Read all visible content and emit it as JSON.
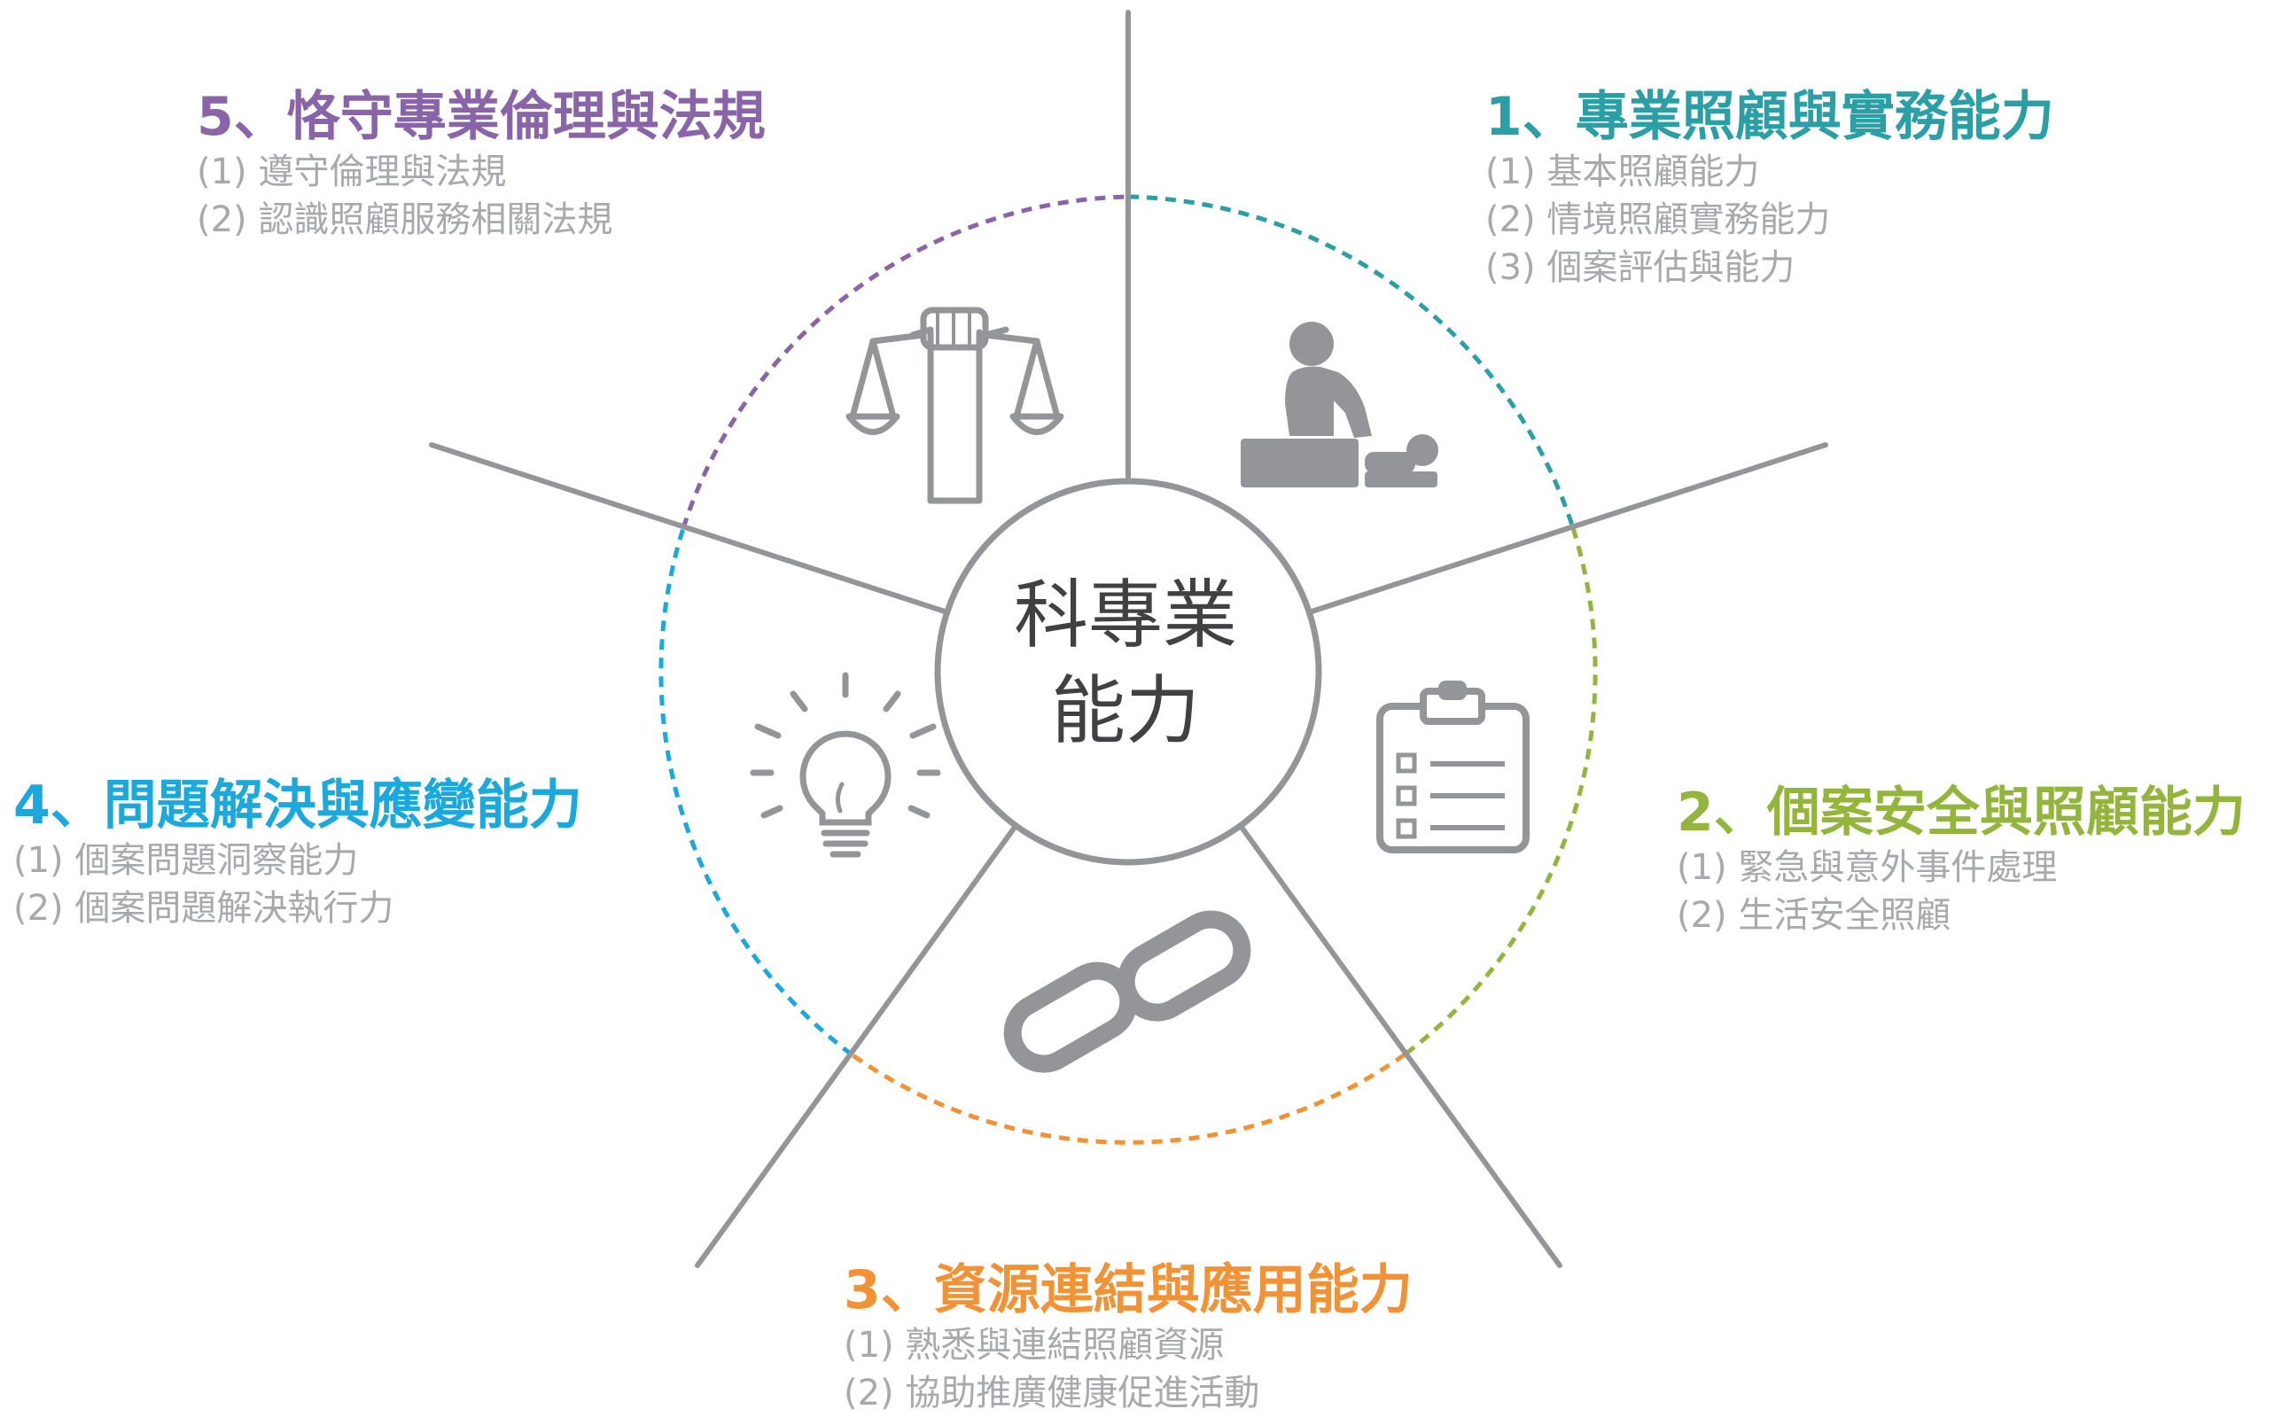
{
  "center": {
    "line1": "科專業",
    "line2": "能力"
  },
  "colors": {
    "teal": "#2a9fa6",
    "green": "#93b53c",
    "orange": "#f39234",
    "blue": "#1ba8dc",
    "purple": "#8a64a8",
    "gray": "#939598",
    "text_gray": "#a7a9ac"
  },
  "competencies": [
    {
      "title": "1、專業照顧與實務能力",
      "color": "#2a9fa6",
      "icon": "caregiver-massage-icon",
      "items": [
        "(1) 基本照顧能力",
        "(2) 情境照顧實務能力",
        "(3) 個案評估與能力"
      ]
    },
    {
      "title": "2、個案安全與照顧能力",
      "color": "#93b53c",
      "icon": "clipboard-checklist-icon",
      "items": [
        "(1) 緊急與意外事件處理",
        "(2) 生活安全照顧"
      ]
    },
    {
      "title": "3、資源連結與應用能力",
      "color": "#f39234",
      "icon": "chain-link-icon",
      "items": [
        "(1) 熟悉與連結照顧資源",
        "(2) 協助推廣健康促進活動"
      ]
    },
    {
      "title": "4、問題解決與應變能力",
      "color": "#1ba8dc",
      "icon": "lightbulb-icon",
      "items": [
        "(1) 個案問題洞察能力",
        "(2) 個案問題解決執行力"
      ]
    },
    {
      "title": "5、恪守專業倫理與法規",
      "color": "#8a64a8",
      "icon": "justice-scales-icon",
      "items": [
        "(1) 遵守倫理與法規",
        "(2) 認識照顧服務相關法規"
      ]
    }
  ]
}
